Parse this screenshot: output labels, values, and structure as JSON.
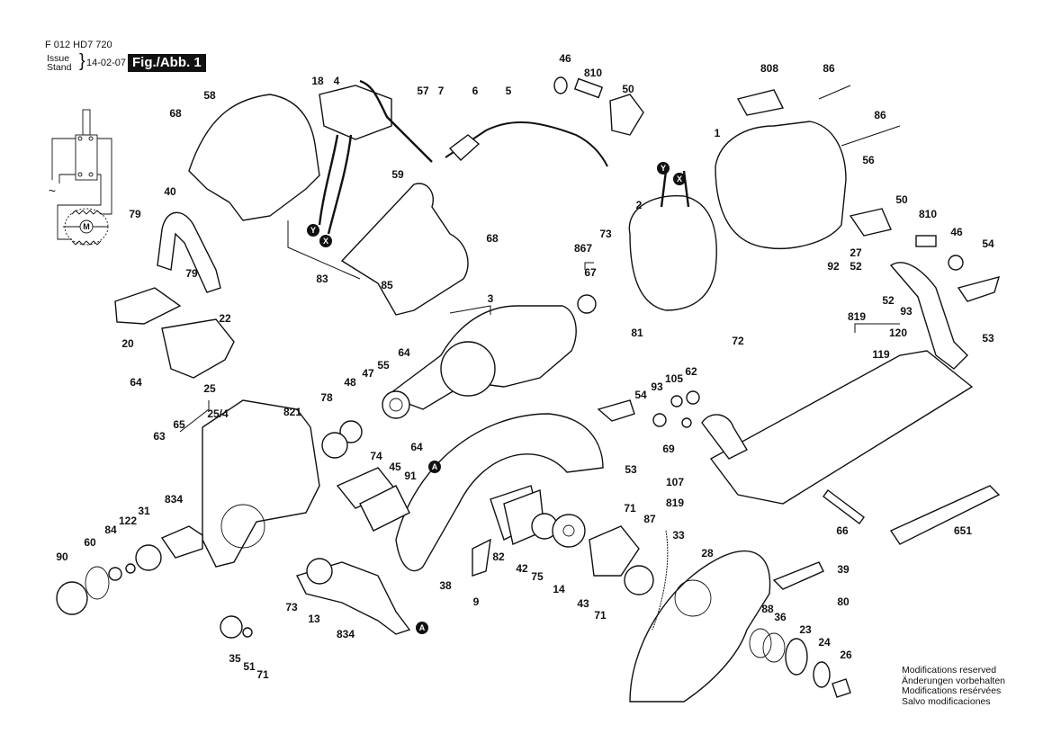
{
  "header": {
    "doc_number": "F 012 HD7 720",
    "issue_label_en": "Issue",
    "issue_label_de": "Stand",
    "issue_date": "14-02-07",
    "figure_label": "Fig./Abb. 1"
  },
  "footer": {
    "modifications": [
      "Modifications reserved",
      "Änderungen vorbehalten",
      "Modifications resérvées",
      "Salvo modificaciones"
    ]
  },
  "markers": {
    "A": "A",
    "X": "X",
    "Y": "Y"
  },
  "schematic": {
    "motor_symbol": "M",
    "ac_symbol": "~"
  },
  "labels": {
    "p58": "58",
    "p68a": "68",
    "p18": "18",
    "p4": "4",
    "p57": "57",
    "p7": "7",
    "p6": "6",
    "p5": "5",
    "p46a": "46",
    "p810a": "810",
    "p50a": "50",
    "p808": "808",
    "p86a": "86",
    "p86b": "86",
    "p1": "1",
    "p56": "56",
    "p59": "59",
    "p40": "40",
    "p79a": "79",
    "p79b": "79",
    "p83": "83",
    "p85": "85",
    "p68b": "68",
    "p2": "2",
    "p867": "867",
    "p73a": "73",
    "p67": "67",
    "p81": "81",
    "p3": "3",
    "p50b": "50",
    "p810b": "810",
    "p46b": "46",
    "p54a": "54",
    "p27": "27",
    "p92": "92",
    "p52a": "52",
    "p52b": "52",
    "p93a": "93",
    "p53a": "53",
    "p20": "20",
    "p22": "22",
    "p64a": "64",
    "p25": "25",
    "p25_4": "25/4",
    "p65": "65",
    "p63": "63",
    "p821": "821",
    "p78": "78",
    "p48": "48",
    "p47": "47",
    "p55": "55",
    "p64b": "64",
    "p64c": "64",
    "p74": "74",
    "p45": "45",
    "p91": "91",
    "p819a": "819",
    "p120": "120",
    "p119": "119",
    "p72": "72",
    "p54b": "54",
    "p93b": "93",
    "p105": "105",
    "p62": "62",
    "p69": "69",
    "p53b": "53",
    "p107": "107",
    "p819b": "819",
    "p66": "66",
    "p651": "651",
    "p834a": "834",
    "p31": "31",
    "p122": "122",
    "p84": "84",
    "p60": "60",
    "p90": "90",
    "p73b": "73",
    "p13": "13",
    "p834b": "834",
    "p35": "35",
    "p51": "51",
    "p71a": "71",
    "p38": "38",
    "p9": "9",
    "p82": "82",
    "p42": "42",
    "p75": "75",
    "p14": "14",
    "p43": "43",
    "p71b": "71",
    "p71c": "71",
    "p87": "87",
    "p33": "33",
    "p28": "28",
    "p39": "39",
    "p80": "80",
    "p88": "88",
    "p36": "36",
    "p23": "23",
    "p24": "24",
    "p26": "26"
  }
}
